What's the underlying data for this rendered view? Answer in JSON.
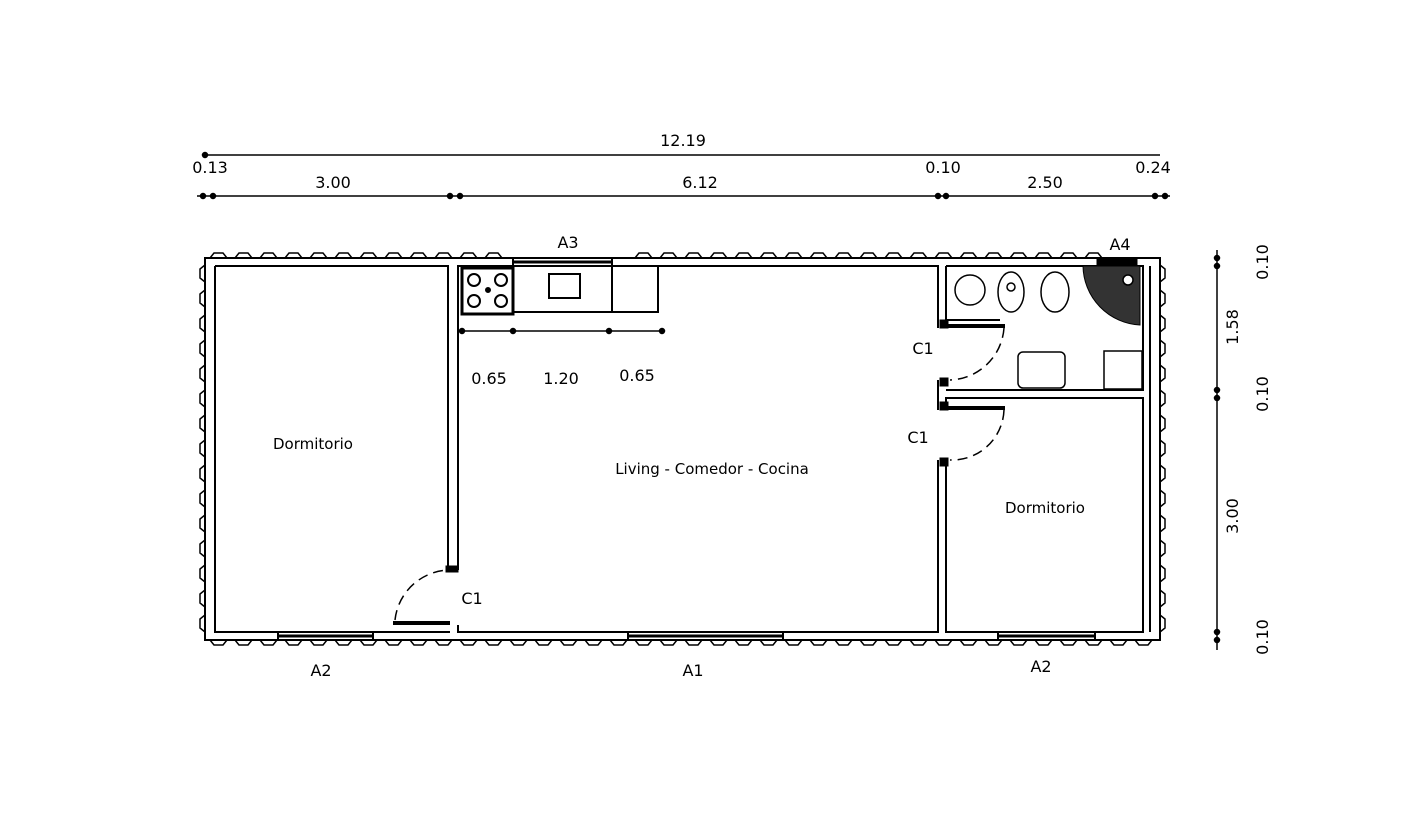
{
  "dimensions": {
    "total_width": "12.19",
    "top_left_wall": "0.13",
    "left_room": "3.00",
    "center_room": "6.12",
    "inner_wall": "0.10",
    "right_room": "2.50",
    "right_wall": "0.24",
    "counter_a": "0.65",
    "counter_b": "1.20",
    "counter_c": "0.65",
    "v_top_wall": "0.10",
    "v_bath": "1.58",
    "v_mid_wall": "0.10",
    "v_room": "3.00",
    "v_bottom_wall": "0.10"
  },
  "rooms": {
    "left": "Dormitorio",
    "center": "Living - Comedor - Cocina",
    "right": "Dormitorio"
  },
  "openings": {
    "a1": "A1",
    "a2_left": "A2",
    "a2_right": "A2",
    "a3": "A3",
    "a4": "A4",
    "c1_left": "C1",
    "c1_bath": "C1",
    "c1_room": "C1"
  }
}
